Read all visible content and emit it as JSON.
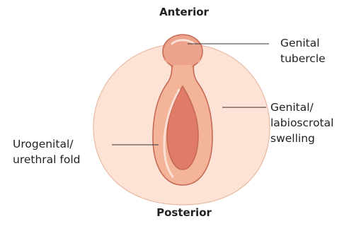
{
  "orientation": {
    "top": "Anterior",
    "bottom": "Posterior"
  },
  "labels": {
    "tubercle": {
      "line1": "Genital",
      "line2": "tubercle"
    },
    "swelling": {
      "line1": "Genital/",
      "line2": "labioscrotal",
      "line3": "swelling"
    },
    "fold": {
      "line1": "Urogenital/",
      "line2": "urethral fold"
    }
  },
  "colors": {
    "swelling_fill": "#fde3d6",
    "swelling_stroke": "#e9b9a3",
    "fold_fill": "#f4b49a",
    "fold_stroke": "#c56a55",
    "tubercle_fill": "#eda38b",
    "groove_fill": "#df7b66",
    "highlight": "#fbe1d5",
    "leader": "#333333"
  }
}
